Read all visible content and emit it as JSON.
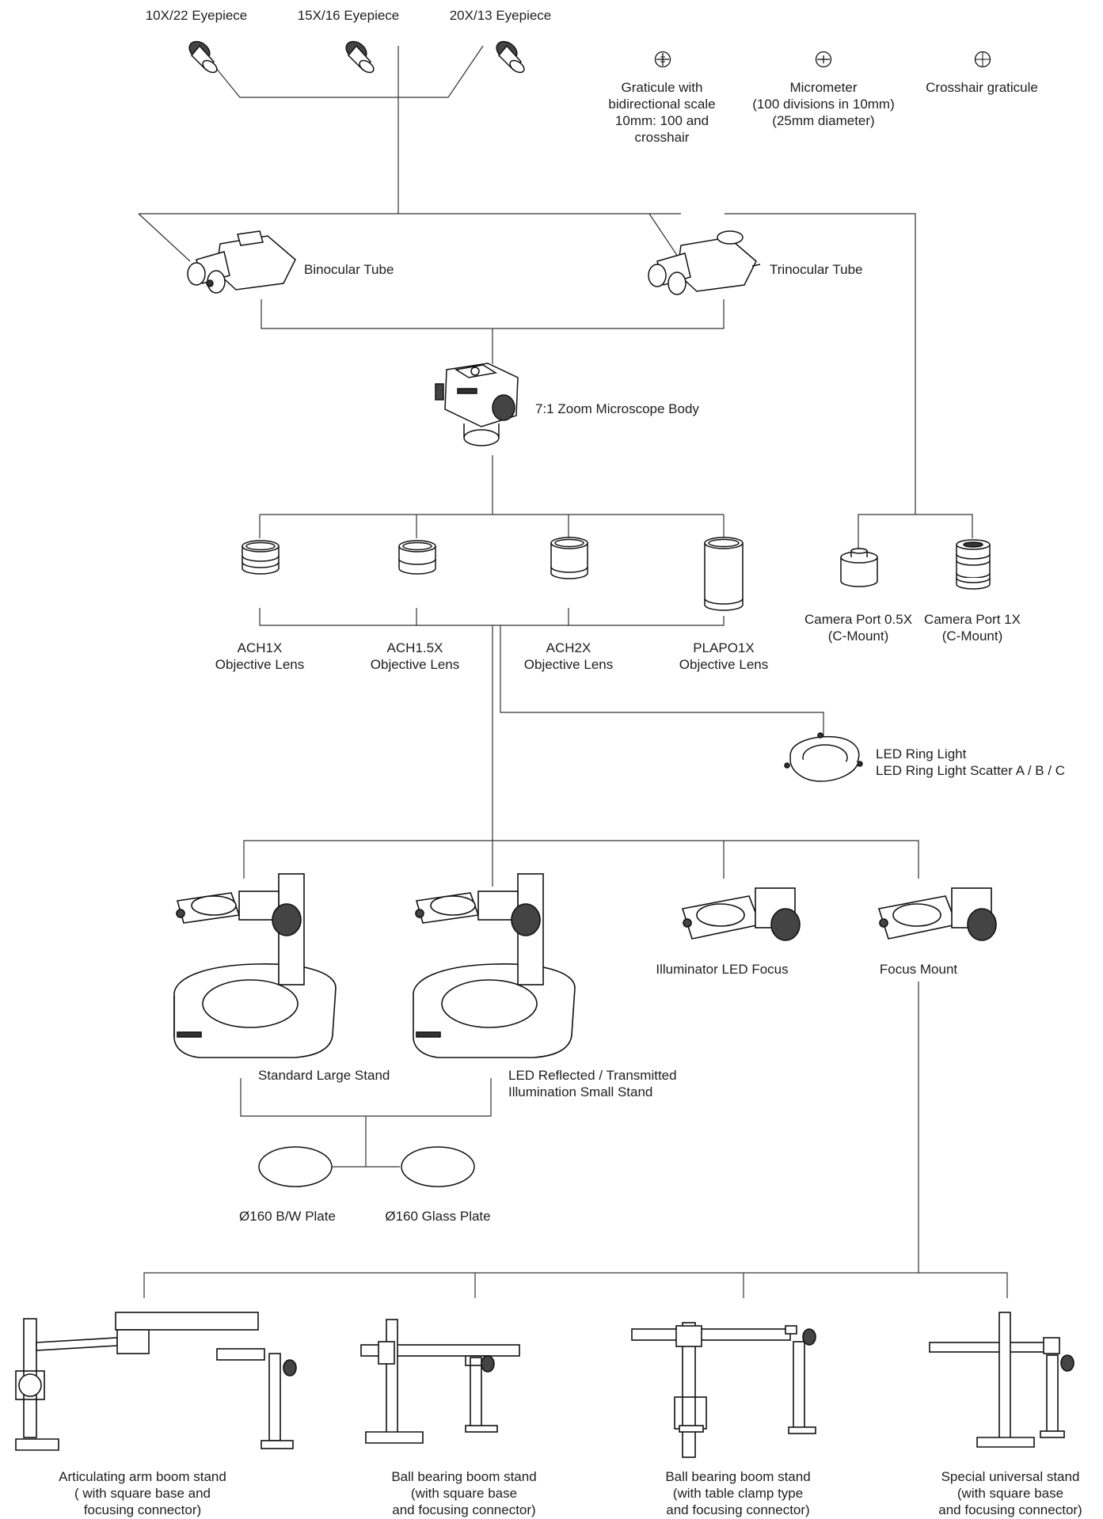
{
  "eyepieces": [
    "10X/22 Eyepiece",
    "15X/16 Eyepiece",
    "20X/13 Eyepiece"
  ],
  "reticles": [
    [
      "Graticule with",
      "bidirectional scale",
      "10mm: 100 and",
      "crosshair"
    ],
    [
      "Micrometer",
      "(100 divisions in 10mm)",
      "(25mm diameter)"
    ],
    [
      "Crosshair graticule"
    ]
  ],
  "tubes": [
    "Binocular Tube",
    "Trinocular Tube"
  ],
  "body": "7:1  Zoom Microscope Body",
  "objectives": [
    [
      "ACH1X",
      "Objective Lens"
    ],
    [
      "ACH1.5X",
      "Objective Lens"
    ],
    [
      "ACH2X",
      "Objective Lens"
    ],
    [
      "PLAPO1X",
      "Objective Lens"
    ]
  ],
  "camera_ports": [
    [
      "Camera Port 0.5X",
      "(C-Mount)"
    ],
    [
      "Camera Port 1X",
      "(C-Mount)"
    ]
  ],
  "ring_light": [
    "LED Ring Light",
    "LED Ring Light Scatter A / B / C"
  ],
  "stands": [
    [
      "Standard Large Stand"
    ],
    [
      "LED Reflected / Transmitted",
      "Illumination Small Stand"
    ],
    [
      "Illuminator LED Focus"
    ],
    [
      "Focus Mount"
    ]
  ],
  "plates": [
    "Ø160 B/W Plate",
    "Ø160 Glass Plate"
  ],
  "boom_stands": [
    [
      "Articulating arm boom stand",
      "( with square base and",
      "focusing connector)"
    ],
    [
      "Ball bearing boom stand",
      "(with square base",
      "and focusing connector)"
    ],
    [
      "Ball bearing boom stand",
      "(with table clamp type",
      "and focusing connector)"
    ],
    [
      "Special universal stand",
      "(with square base",
      "and focusing connector)"
    ]
  ]
}
